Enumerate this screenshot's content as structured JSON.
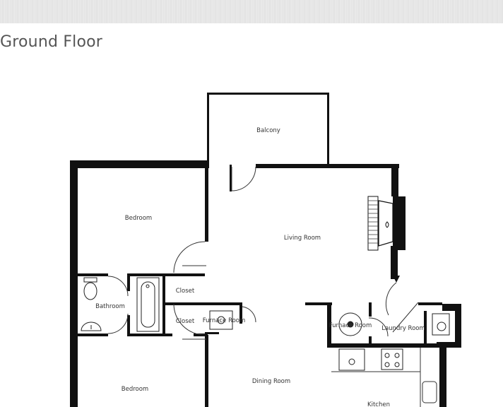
{
  "page": {
    "title": "Ground Floor"
  },
  "floor_plan": {
    "rooms": {
      "balcony": "Balcony",
      "bedroom_top": "Bedroom",
      "living_room": "Living Room",
      "closet_top": "Closet",
      "closet_bottom": "Closet",
      "bathroom": "Bathroom",
      "furnace_room_closet": "Furnace Room",
      "furnace_room": "Furnace Room",
      "laundry_room": "Laundry Room",
      "dining_room": "Dining Room",
      "bedroom_bottom": "Bedroom",
      "kitchen": "Kitchen"
    },
    "icons": [
      "toilet-icon",
      "sink-icon",
      "bathtub-icon",
      "fireplace-icon",
      "water-heater-icon",
      "furnace-icon",
      "washer-icon",
      "stove-icon",
      "kitchen-sink-icon"
    ]
  }
}
